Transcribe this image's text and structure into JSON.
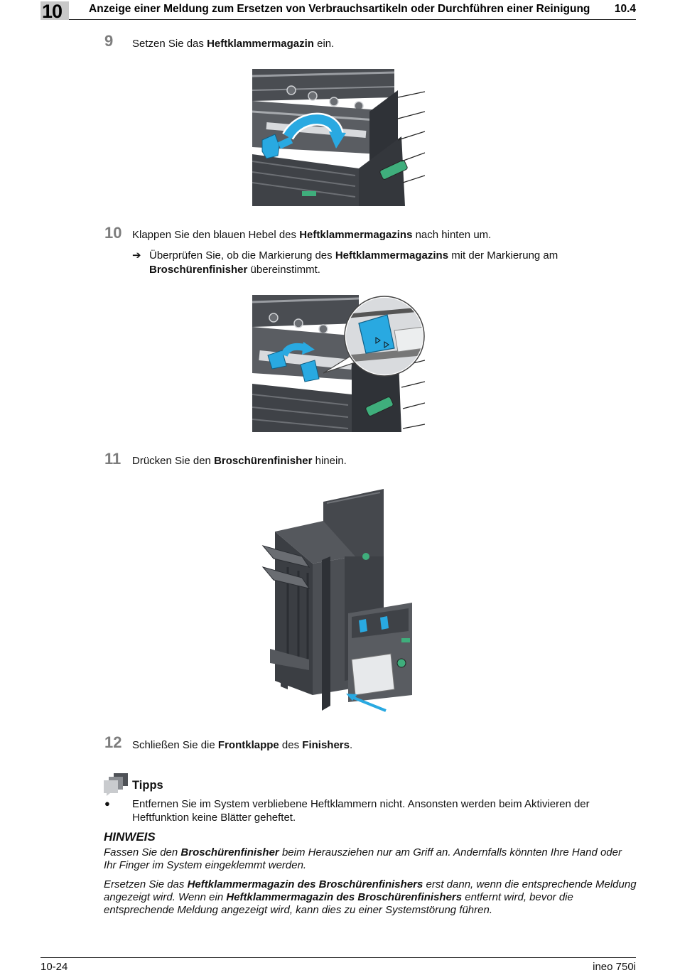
{
  "header": {
    "chapter": "10",
    "title": "Anzeige einer Meldung zum Ersetzen von Verbrauchsartikeln oder Durchführen einer Reinigung",
    "section": "10.4"
  },
  "steps": [
    {
      "num": "9",
      "pre": "Setzen Sie das ",
      "bold": "Heftklammermagazin",
      "post": " ein."
    },
    {
      "num": "10",
      "pre": "Klappen Sie den blauen Hebel des ",
      "bold": "Heftklammermagazins",
      "post": " nach hinten um."
    },
    {
      "num": "11",
      "pre": "Drücken Sie den ",
      "bold": "Broschürenfinisher",
      "post": " hinein."
    },
    {
      "num": "12",
      "pre": "Schließen Sie die ",
      "bold": "Frontklappe",
      "mid": " des ",
      "bold2": "Finishers",
      "post": "."
    }
  ],
  "check": {
    "arrow": "➔",
    "a": "Überprüfen Sie, ob die Markierung des ",
    "b": "Heftklammermagazins",
    "c": " mit der Markierung am ",
    "d": "Broschürenfinisher",
    "e": " übereinstimmt."
  },
  "tips": {
    "title": "Tipps",
    "bullet": "●",
    "text": "Entfernen Sie im System verbliebene Heftklammern nicht. Ansonsten werden beim Aktivieren der Heftfunktion keine Blätter geheftet."
  },
  "hint": {
    "title": "HINWEIS",
    "p1": {
      "a": "Fassen Sie den ",
      "b": "Broschürenfinisher",
      "c": " beim Herausziehen nur am Griff an. Andernfalls könnten Ihre Hand oder Ihr Finger im System eingeklemmt werden."
    },
    "p2": {
      "a": "Ersetzen Sie das ",
      "b": "Heftklammermagazin des Broschürenfinishers",
      "c": " erst dann, wenn die entsprechende Meldung angezeigt wird. Wenn ein ",
      "d": "Heftklammermagazin des Broschürenfinishers",
      "e": " entfernt wird, bevor die entsprechende Meldung angezeigt wird, kann dies zu einer Systemstörung führen."
    }
  },
  "footer": {
    "page": "10-24",
    "product": "ineo 750i"
  },
  "colors": {
    "accent_blue": "#29a9e1",
    "machine_dark": "#3a3d42",
    "step_gray": "#7d7d7d"
  }
}
